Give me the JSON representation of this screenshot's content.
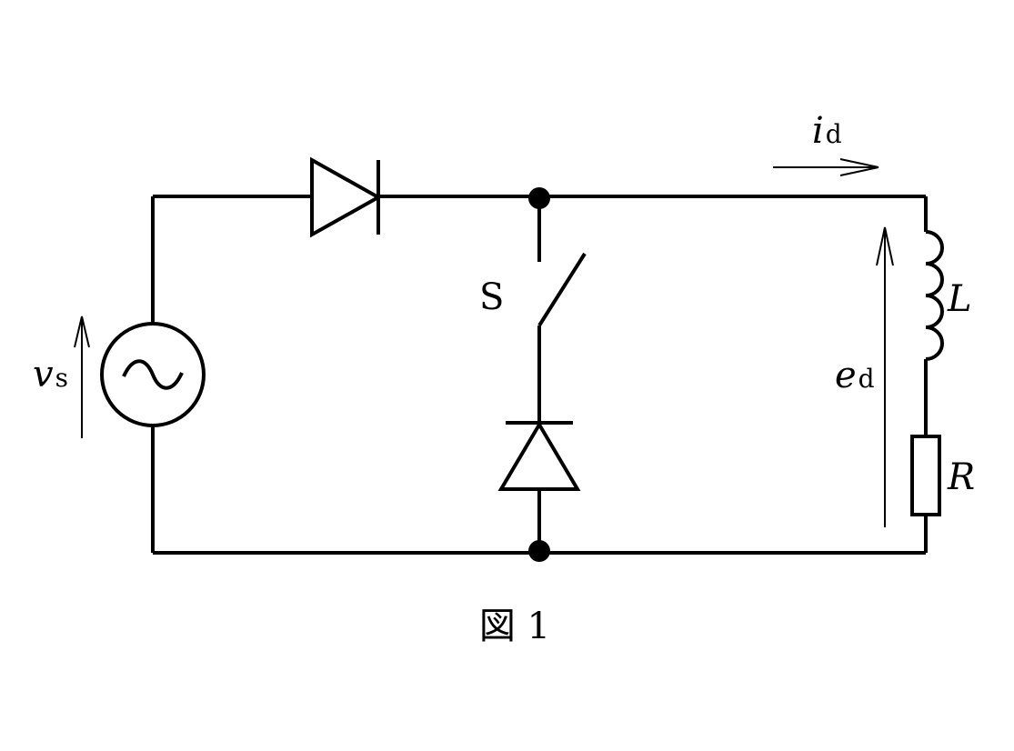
{
  "diagram": {
    "labels": {
      "source_symbol": "v",
      "source_subscript": "s",
      "current_symbol": "i",
      "current_subscript": "d",
      "voltage_symbol": "e",
      "voltage_subscript": "d",
      "switch": "S",
      "inductor": "L",
      "resistor": "R"
    },
    "caption": "図 1"
  }
}
